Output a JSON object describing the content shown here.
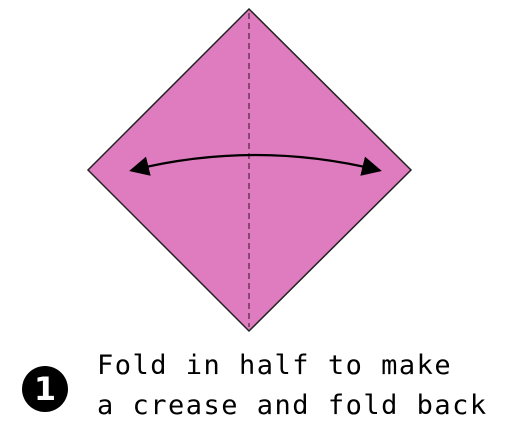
{
  "step": {
    "number": "1",
    "lines": [
      "Fold in half to make",
      "a crease and fold back"
    ]
  },
  "colors": {
    "paper": "#df7bbf",
    "outline": "#222222",
    "crease": "#5a2a4a",
    "arrow": "#000000",
    "badge": "#000000"
  },
  "diagram": {
    "shape": "diamond",
    "crease_line": "vertical-dashed",
    "arrow": "double-headed-curved"
  }
}
